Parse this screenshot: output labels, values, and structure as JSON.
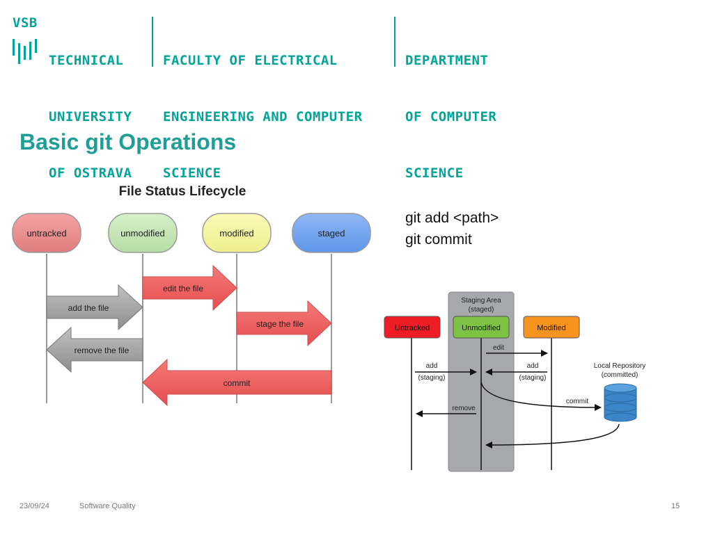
{
  "header": {
    "vsb": "VSB",
    "university_lines": [
      "TECHNICAL",
      "UNIVERSITY",
      "OF OSTRAVA"
    ],
    "faculty_lines": [
      "FACULTY OF ELECTRICAL",
      "ENGINEERING AND COMPUTER",
      "SCIENCE"
    ],
    "department_lines": [
      "DEPARTMENT",
      "OF COMPUTER",
      "SCIENCE"
    ]
  },
  "slide": {
    "title": "Basic git Operations",
    "commands": [
      "git add <path>",
      "git commit"
    ]
  },
  "lifecycle_diagram": {
    "title": "File Status Lifecycle",
    "states": [
      "untracked",
      "unmodified",
      "modified",
      "staged"
    ],
    "transitions": [
      "add the file",
      "edit the file",
      "stage the file",
      "remove the file",
      "commit"
    ]
  },
  "staging_diagram": {
    "staging_area_label": [
      "Staging Area",
      "(staged)"
    ],
    "states": [
      "Untracked",
      "Unmodified",
      "Modified"
    ],
    "repo_label": [
      "Local Repository",
      "(committed)"
    ],
    "labels": {
      "edit": "edit",
      "add_left": [
        "add",
        "(staging)"
      ],
      "add_right": [
        "add",
        "(staging)"
      ],
      "remove": "remove",
      "commit": "commit"
    }
  },
  "footer": {
    "date": "23/09/24",
    "course": "Software Quality",
    "page": "15"
  }
}
